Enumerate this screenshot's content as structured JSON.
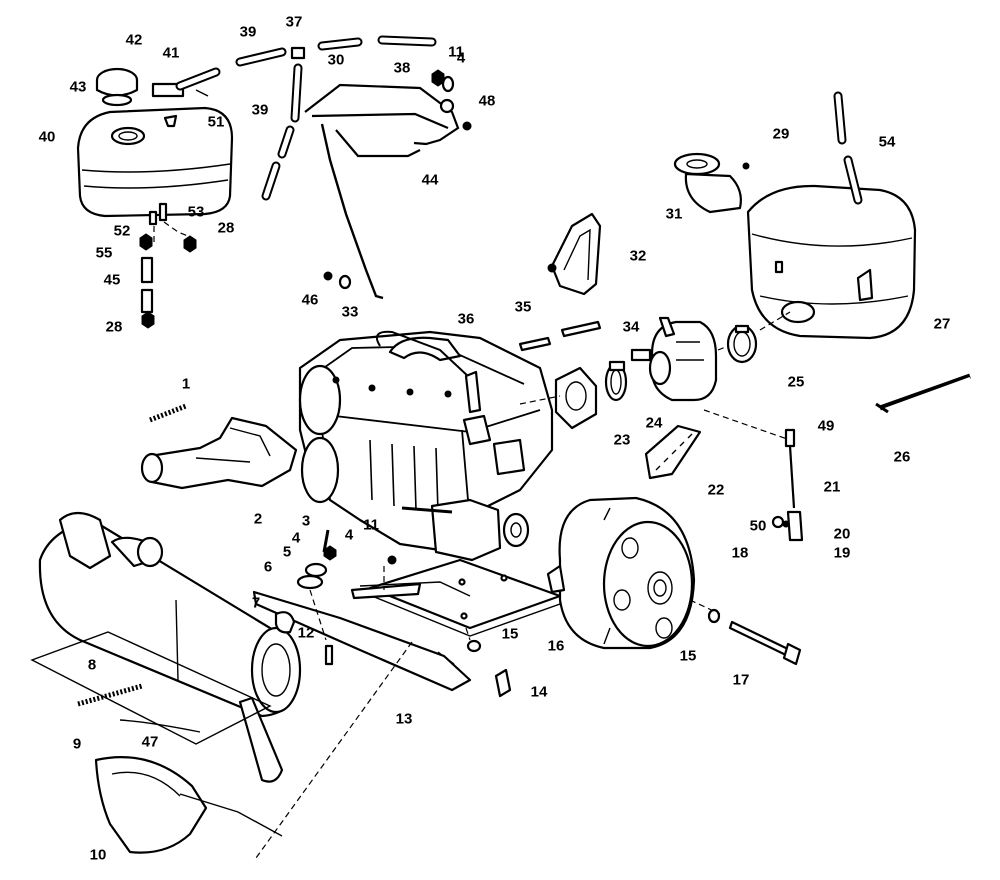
{
  "diagram": {
    "type": "exploded-parts-view",
    "callouts": [
      {
        "id": "c1",
        "text": "1"
      },
      {
        "id": "c2",
        "text": "2"
      },
      {
        "id": "c3",
        "text": "3"
      },
      {
        "id": "c4a",
        "text": "4"
      },
      {
        "id": "c4b",
        "text": "4"
      },
      {
        "id": "c4c",
        "text": "4"
      },
      {
        "id": "c5",
        "text": "5"
      },
      {
        "id": "c6",
        "text": "6"
      },
      {
        "id": "c7",
        "text": "7"
      },
      {
        "id": "c8",
        "text": "8"
      },
      {
        "id": "c9",
        "text": "9"
      },
      {
        "id": "c10",
        "text": "10"
      },
      {
        "id": "c11a",
        "text": "11"
      },
      {
        "id": "c11b",
        "text": "11"
      },
      {
        "id": "c12",
        "text": "12"
      },
      {
        "id": "c13",
        "text": "13"
      },
      {
        "id": "c14",
        "text": "14"
      },
      {
        "id": "c15a",
        "text": "15"
      },
      {
        "id": "c15b",
        "text": "15"
      },
      {
        "id": "c16",
        "text": "16"
      },
      {
        "id": "c17",
        "text": "17"
      },
      {
        "id": "c18",
        "text": "18"
      },
      {
        "id": "c19",
        "text": "19"
      },
      {
        "id": "c20",
        "text": "20"
      },
      {
        "id": "c21",
        "text": "21"
      },
      {
        "id": "c22",
        "text": "22"
      },
      {
        "id": "c23",
        "text": "23"
      },
      {
        "id": "c24",
        "text": "24"
      },
      {
        "id": "c25",
        "text": "25"
      },
      {
        "id": "c26",
        "text": "26"
      },
      {
        "id": "c27",
        "text": "27"
      },
      {
        "id": "c28a",
        "text": "28"
      },
      {
        "id": "c28b",
        "text": "28"
      },
      {
        "id": "c29",
        "text": "29"
      },
      {
        "id": "c30",
        "text": "30"
      },
      {
        "id": "c31",
        "text": "31"
      },
      {
        "id": "c32",
        "text": "32"
      },
      {
        "id": "c33",
        "text": "33"
      },
      {
        "id": "c34",
        "text": "34"
      },
      {
        "id": "c35",
        "text": "35"
      },
      {
        "id": "c36",
        "text": "36"
      },
      {
        "id": "c37",
        "text": "37"
      },
      {
        "id": "c38",
        "text": "38"
      },
      {
        "id": "c39a",
        "text": "39"
      },
      {
        "id": "c39b",
        "text": "39"
      },
      {
        "id": "c40",
        "text": "40"
      },
      {
        "id": "c41",
        "text": "41"
      },
      {
        "id": "c42",
        "text": "42"
      },
      {
        "id": "c43",
        "text": "43"
      },
      {
        "id": "c44",
        "text": "44"
      },
      {
        "id": "c45",
        "text": "45"
      },
      {
        "id": "c46",
        "text": "46"
      },
      {
        "id": "c47",
        "text": "47"
      },
      {
        "id": "c48",
        "text": "48"
      },
      {
        "id": "c49",
        "text": "49"
      },
      {
        "id": "c50",
        "text": "50"
      },
      {
        "id": "c51",
        "text": "51"
      },
      {
        "id": "c52",
        "text": "52"
      },
      {
        "id": "c53",
        "text": "53"
      },
      {
        "id": "c54",
        "text": "54"
      },
      {
        "id": "c55",
        "text": "55"
      }
    ]
  }
}
